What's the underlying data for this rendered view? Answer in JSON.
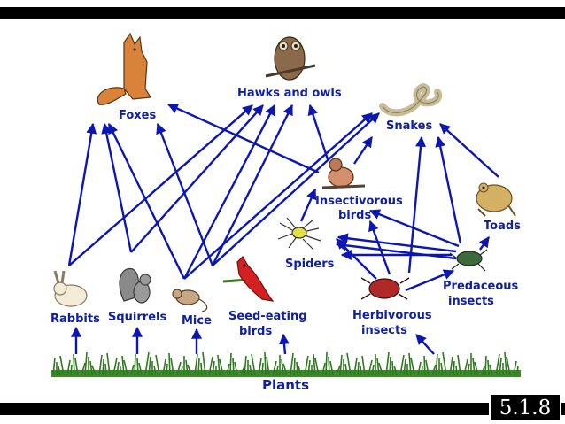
{
  "slide_number": "5.1.8",
  "colors": {
    "arrow": "#0b16b4",
    "label": "#1020a0",
    "grass": "#2f7a1e"
  },
  "nodes": {
    "foxes": "Foxes",
    "hawks_owls": "Hawks and owls",
    "snakes": "Snakes",
    "insectivorous_birds_1": "Insectivorous",
    "insectivorous_birds_2": "birds",
    "toads": "Toads",
    "spiders": "Spiders",
    "predaceous_1": "Predaceous",
    "predaceous_2": "insects",
    "rabbits": "Rabbits",
    "squirrels": "Squirrels",
    "mice": "Mice",
    "seed_eating_1": "Seed-eating",
    "seed_eating_2": "birds",
    "herbivorous_1": "Herbivorous",
    "herbivorous_2": "insects",
    "plants": "Plants"
  },
  "icons": [
    "fox-icon",
    "owl-icon",
    "snake-icon",
    "insectivorous-bird-icon",
    "toad-icon",
    "spider-icon",
    "beetle-icon",
    "rabbit-icon",
    "squirrel-icon",
    "mouse-icon",
    "cardinal-icon",
    "herbivorous-beetle-icon",
    "grass-icon"
  ]
}
